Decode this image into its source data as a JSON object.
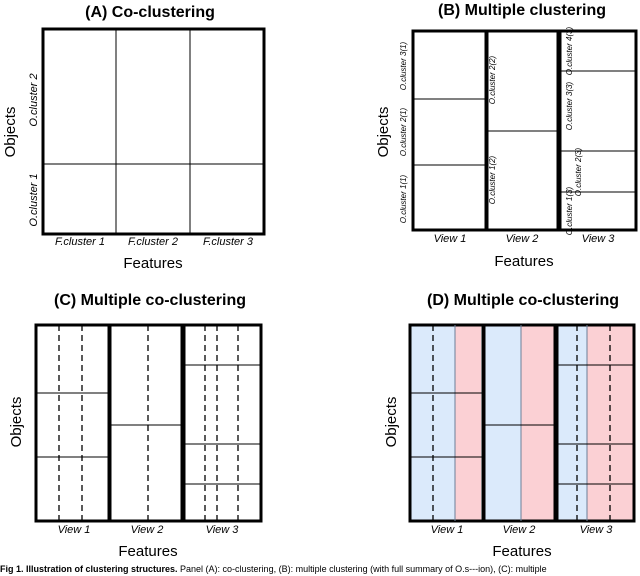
{
  "panels": {
    "a": {
      "title": "(A)   Co-clustering",
      "ylabel": "Objects",
      "xlabel": "Features",
      "row_labels": [
        "O.cluster 1",
        "O.cluster 2"
      ],
      "col_labels": [
        "F.cluster 1",
        "F.cluster 2",
        "F.cluster 3"
      ]
    },
    "b": {
      "title": "(B)   Multiple clustering",
      "ylabel": "Objects",
      "xlabel": "Features",
      "views": [
        "View 1",
        "View 2",
        "View 3"
      ],
      "view1_clusters": [
        "O.cluster 1(1)",
        "O.cluster 2(1)",
        "O.cluster 3(1)"
      ],
      "view2_clusters": [
        "O.cluster 1(2)",
        "O.cluster 2(2)"
      ],
      "view3_clusters": [
        "O.cluster 1(3)",
        "O.cluster 2(3)",
        "O.cluster 3(3)",
        "O.cluster 4(3)"
      ]
    },
    "c": {
      "title": "(C)   Multiple co-clustering",
      "ylabel": "Objects",
      "xlabel": "Features",
      "views": [
        "View 1",
        "View 2",
        "View 3"
      ]
    },
    "d": {
      "title": "(D)   Multiple co-clustering",
      "ylabel": "Objects",
      "xlabel": "Features",
      "views": [
        "View 1",
        "View 2",
        "View 3"
      ]
    }
  },
  "colors": {
    "blue_fill": "#dbeafb",
    "red_fill": "#fbd0d4",
    "line": "#000000"
  },
  "caption": {
    "bold": "Fig 1. Illustration of clustering structures.",
    "text": " Panel (A): co-clustering, (B): multiple clustering (with full summary of O.s---ion), (C): multiple"
  }
}
